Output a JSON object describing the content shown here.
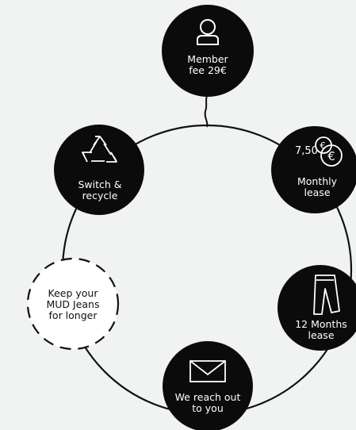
{
  "cycle": {
    "line_color": "#111111",
    "node_color": "#0b0b0b",
    "dashed_fill": "#ffffff",
    "steps": [
      {
        "id": "member",
        "label": "Member\nfee 29€",
        "icon": "user-icon"
      },
      {
        "id": "lease",
        "label": "Monthly\nlease",
        "icon": "euro-coins-icon",
        "icon_text": "7,50"
      },
      {
        "id": "twelve",
        "label": "12 Months\nlease",
        "icon": "jeans-icon"
      },
      {
        "id": "reach",
        "label": "We reach out\nto you",
        "icon": "envelope-icon"
      },
      {
        "id": "keep",
        "label": "Keep your\nMUD Jeans\nfor longer",
        "icon": ""
      },
      {
        "id": "switch",
        "label": "Switch &\nrecycle",
        "icon": "recycle-icon"
      }
    ]
  }
}
